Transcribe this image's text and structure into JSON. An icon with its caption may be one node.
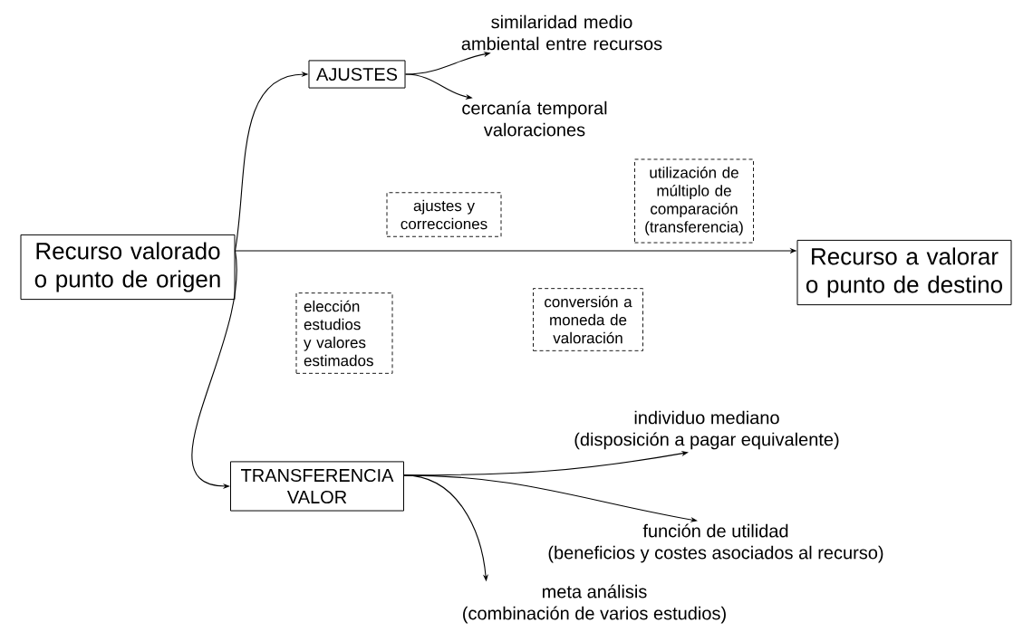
{
  "diagram": {
    "nodes": [
      {
        "text": [
          "Recurso valorado o punto de origen"
        ]
      },
      {
        "text": [
          "AJUSTES"
        ]
      },
      {
        "text": [
          "similaridad medio ambiental entre recursos"
        ]
      },
      {
        "text": [
          "cercanía temporal valoraciones"
        ]
      },
      {
        "text": [
          "utilización de múltiplo de comparación (transferencia)"
        ]
      },
      {
        "text": [
          "ajustes y correcciones"
        ]
      },
      {
        "text": [
          "Recurso a valorar o punto de destino"
        ]
      },
      {
        "text": [
          "elección estudios y valores estimados"
        ]
      },
      {
        "text": [
          "conversión a moneda de valoración"
        ]
      },
      {
        "text": [
          "TRANSFERENCIA VALOR"
        ]
      },
      {
        "text": [
          "individuo mediano",
          "(disposición a pagar equivalente)"
        ]
      },
      {
        "text": [
          "función de utilidad",
          "(beneficios y costes asociados al recurso)"
        ]
      },
      {
        "text": [
          "meta análisis",
          "(combinación de varios estudios)"
        ]
      }
    ],
    "edges": [
      {
        "from": 0,
        "to": 1,
        "arrow": "to"
      },
      {
        "from": 0,
        "to": 6,
        "arrow": "to"
      },
      {
        "from": 0,
        "to": 9,
        "arrow": "to"
      },
      {
        "from": 1,
        "to": 2,
        "arrow": "to"
      },
      {
        "from": 1,
        "to": 3,
        "arrow": "to"
      },
      {
        "from": 9,
        "to": 10,
        "arrow": "to"
      },
      {
        "from": 9,
        "to": 11,
        "arrow": "to"
      },
      {
        "from": 9,
        "to": 12,
        "arrow": "to"
      }
    ]
  }
}
